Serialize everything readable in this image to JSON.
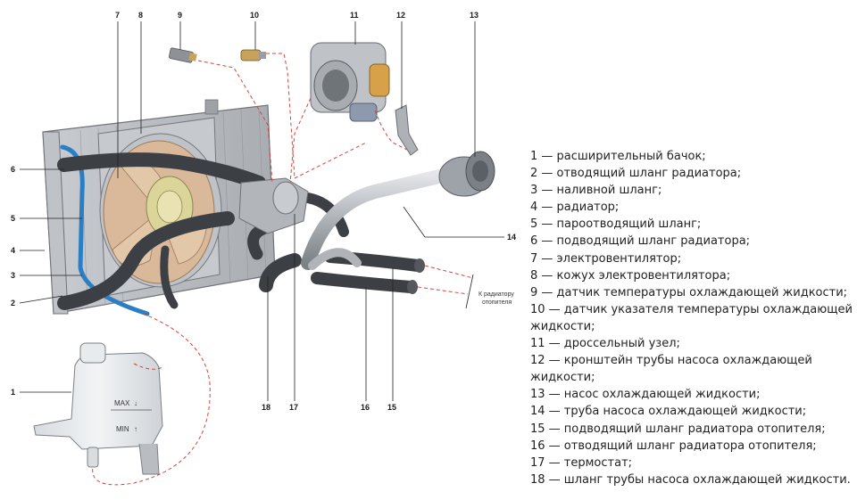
{
  "callouts": [
    {
      "id": "1",
      "text": "1"
    },
    {
      "id": "2",
      "text": "2"
    },
    {
      "id": "3",
      "text": "3"
    },
    {
      "id": "4",
      "text": "4"
    },
    {
      "id": "5",
      "text": "5"
    },
    {
      "id": "6",
      "text": "6"
    },
    {
      "id": "7",
      "text": "7"
    },
    {
      "id": "8",
      "text": "8"
    },
    {
      "id": "9",
      "text": "9"
    },
    {
      "id": "10",
      "text": "10"
    },
    {
      "id": "11",
      "text": "11"
    },
    {
      "id": "12",
      "text": "12"
    },
    {
      "id": "13",
      "text": "13"
    },
    {
      "id": "14",
      "text": "14"
    },
    {
      "id": "15",
      "text": "15"
    },
    {
      "id": "16",
      "text": "16"
    },
    {
      "id": "17",
      "text": "17"
    },
    {
      "id": "18",
      "text": "18"
    }
  ],
  "tank": {
    "max_label": "MAX",
    "min_label": "MIN"
  },
  "annotation": {
    "line1": "К радиатору",
    "line2": "отопителя"
  },
  "legend": [
    "1 — расширительный бачок;",
    "2 — отводящий шланг радиатора;",
    "3 — наливной шланг;",
    "4 — радиатор;",
    "5 — пароотводящий шланг;",
    "6 — подводящий шланг радиатора;",
    "7 — электровентилятор;",
    "8 — кожух электровентилятора;",
    "9 — датчик температуры охлаждающей жидкости;",
    "10 — датчик указателя температуры охлаждающей жидкости;",
    "11 — дроссельный узел;",
    "12 — кронштейн трубы насоса охлаждающей жидкости;",
    "13 — насос охлаждающей жидкости;",
    "14 — труба насоса охлаждающей жидкости;",
    "15 — подводящий шланг радиатора отопителя;",
    "16 — отводящий шланг радиатора отопителя;",
    "17 — термостат;",
    "18 — шланг трубы насоса охлаждающей жидкости."
  ],
  "colors": {
    "hose": "#3c3f44",
    "metal": "#b9bdc2",
    "fan": "#d9b99a",
    "motor": "#dcd59a",
    "blue_hose": "#2a7fc4",
    "dashed": "#d0473e",
    "tank": "#eceff1"
  }
}
